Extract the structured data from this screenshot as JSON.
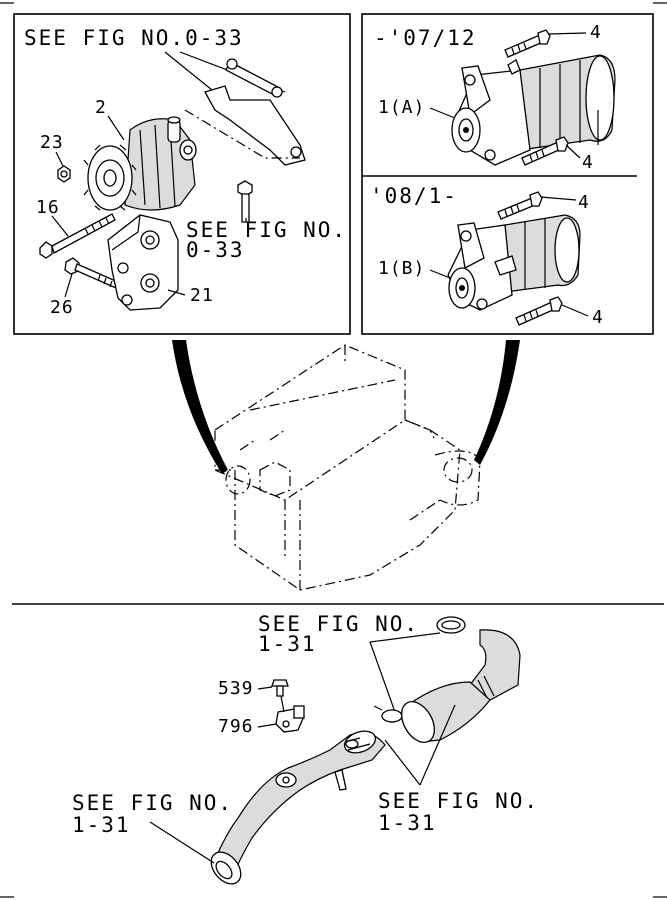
{
  "panels": {
    "alternator": {
      "see_ref_top": "SEE FIG NO.0-33",
      "see_ref_mid_line1": "SEE FIG NO.",
      "see_ref_mid_line2": "0-33",
      "callouts": {
        "c2": "2",
        "c23": "23",
        "c16": "16",
        "c26": "26",
        "c21": "21"
      }
    },
    "starter": {
      "range_a": "-'07/12",
      "range_b": "'08/1-",
      "callouts": {
        "c1a": "1(A)",
        "c1b": "1(B)",
        "c4_1": "4",
        "c4_2": "4",
        "c4_3": "4",
        "c4_4": "4"
      }
    }
  },
  "lower": {
    "see_ref_top_line1": "SEE FIG NO.",
    "see_ref_top_line2": "1-31",
    "see_ref_left_line1": "SEE FIG NO.",
    "see_ref_left_line2": "1-31",
    "see_ref_right_line1": "SEE FIG NO.",
    "see_ref_right_line2": "1-31",
    "callouts": {
      "c539": "539",
      "c796": "796"
    }
  }
}
